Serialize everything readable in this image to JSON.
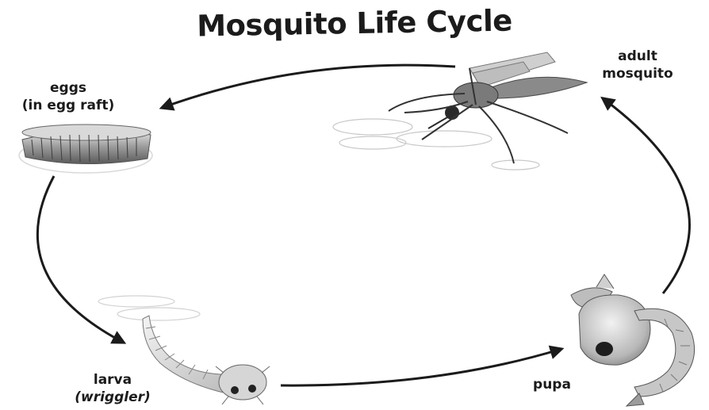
{
  "title": "Mosquito Life Cycle",
  "stages": {
    "eggs": {
      "line1": "eggs",
      "line2": "(in egg raft)"
    },
    "adult": {
      "line1": "adult",
      "line2": "mosquito"
    },
    "larva": {
      "line1": "larva",
      "line2": "(wriggler)"
    },
    "pupa": {
      "line1": "pupa"
    }
  },
  "colors": {
    "ink": "#1b1b1b",
    "body": "#7a7a7a",
    "wing": "#c9c9c9"
  }
}
